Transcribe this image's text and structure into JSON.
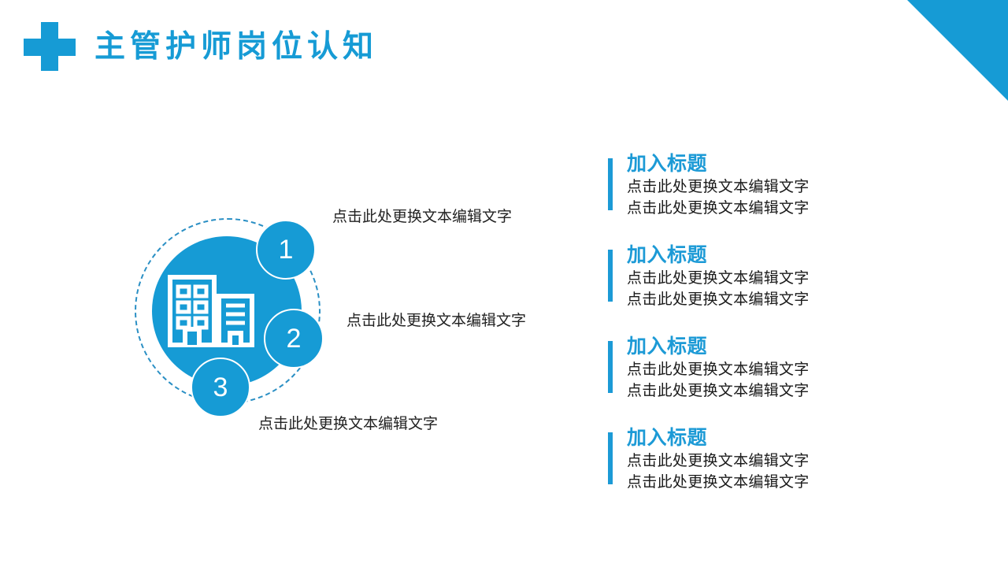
{
  "slide": {
    "background_color": "#FFFFFF",
    "accent_color": "#169BD5",
    "title": "主管护师岗位认知"
  },
  "header": {
    "icon": "medical-cross-icon",
    "title": "主管护师岗位认知"
  },
  "decoration": {
    "corner_triangle_color": "#169BD5"
  },
  "diagram": {
    "center_icon": "office-building-icon",
    "nodes": [
      {
        "number": "1",
        "label": "点击此处更换文本编辑文字"
      },
      {
        "number": "2",
        "label": "点击此处更换文本编辑文字"
      },
      {
        "number": "3",
        "label": "点击此处更换文本编辑文字"
      }
    ]
  },
  "right_panel": {
    "blocks": [
      {
        "title": "加入标题",
        "line1": "点击此处更换文本编辑文字",
        "line2": "点击此处更换文本编辑文字"
      },
      {
        "title": "加入标题",
        "line1": "点击此处更换文本编辑文字",
        "line2": "点击此处更换文本编辑文字"
      },
      {
        "title": "加入标题",
        "line1": "点击此处更换文本编辑文字",
        "line2": "点击此处更换文本编辑文字"
      },
      {
        "title": "加入标题",
        "line1": "点击此处更换文本编辑文字",
        "line2": "点击此处更换文本编辑文字"
      }
    ]
  }
}
